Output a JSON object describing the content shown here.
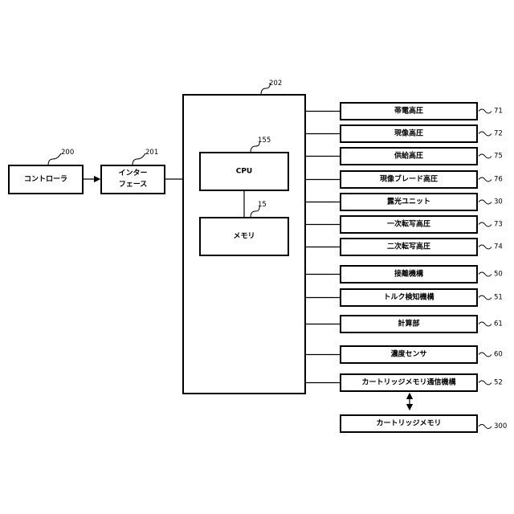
{
  "controller": {
    "label": "コントローラ",
    "ref": "200"
  },
  "interface": {
    "label_line1": "インター",
    "label_line2": "フェース",
    "ref": "201"
  },
  "main_block": {
    "ref": "202"
  },
  "cpu": {
    "label": "CPU",
    "ref": "155"
  },
  "memory": {
    "label": "メモリ",
    "ref": "15"
  },
  "units": [
    {
      "label": "帯電高圧",
      "ref": "71"
    },
    {
      "label": "現像高圧",
      "ref": "72"
    },
    {
      "label": "供給高圧",
      "ref": "75"
    },
    {
      "label": "現像ブレード高圧",
      "ref": "76"
    },
    {
      "label": "露光ユニット",
      "ref": "30"
    },
    {
      "label": "一次転写高圧",
      "ref": "73"
    },
    {
      "label": "二次転写高圧",
      "ref": "74"
    },
    {
      "label": "接離機構",
      "ref": "50"
    },
    {
      "label": "トルク検知機構",
      "ref": "51"
    },
    {
      "label": "計算部",
      "ref": "61"
    },
    {
      "label": "濃度センサ",
      "ref": "60"
    },
    {
      "label": "カートリッジメモリ通信機構",
      "ref": "52"
    }
  ],
  "cartridge_memory": {
    "label": "カートリッジメモリ",
    "ref": "300"
  }
}
